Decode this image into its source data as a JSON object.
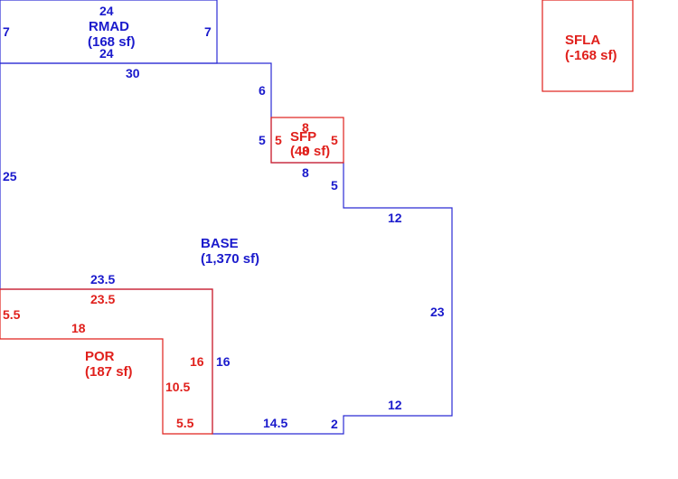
{
  "colors": {
    "base": "#2b2bd4",
    "sub": "#e0201c"
  },
  "areas": {
    "rmad": {
      "name": "RMAD",
      "area": "(168 sf)"
    },
    "sfla": {
      "name": "SFLA",
      "area": "(-168 sf)"
    },
    "sfp": {
      "name": "SFP",
      "area": "(40 sf)"
    },
    "base": {
      "name": "BASE",
      "area": "(1,370 sf)"
    },
    "por": {
      "name": "POR",
      "area": "(187 sf)"
    }
  },
  "dims": {
    "rmad_top": "24",
    "rmad_left": "7",
    "rmad_right": "7",
    "rmad_bottom": "24",
    "base_top": "30",
    "base_r1": "6",
    "base_r2": "5",
    "base_step_bottom": "8",
    "base_r3": "5",
    "base_ledge": "12",
    "base_right": "23",
    "base_lower_step": "12",
    "base_notch": "2",
    "base_bottom": "14.5",
    "base_left_vert": "16",
    "base_left_top": "23.5",
    "base_left": "25",
    "sfp_top": "8",
    "sfp_left": "5",
    "sfp_right": "5",
    "sfp_bottom": "8",
    "por_top": "23.5",
    "por_left": "5.5",
    "por_step": "18",
    "por_right": "16",
    "por_inner": "10.5",
    "por_bottom": "5.5"
  }
}
